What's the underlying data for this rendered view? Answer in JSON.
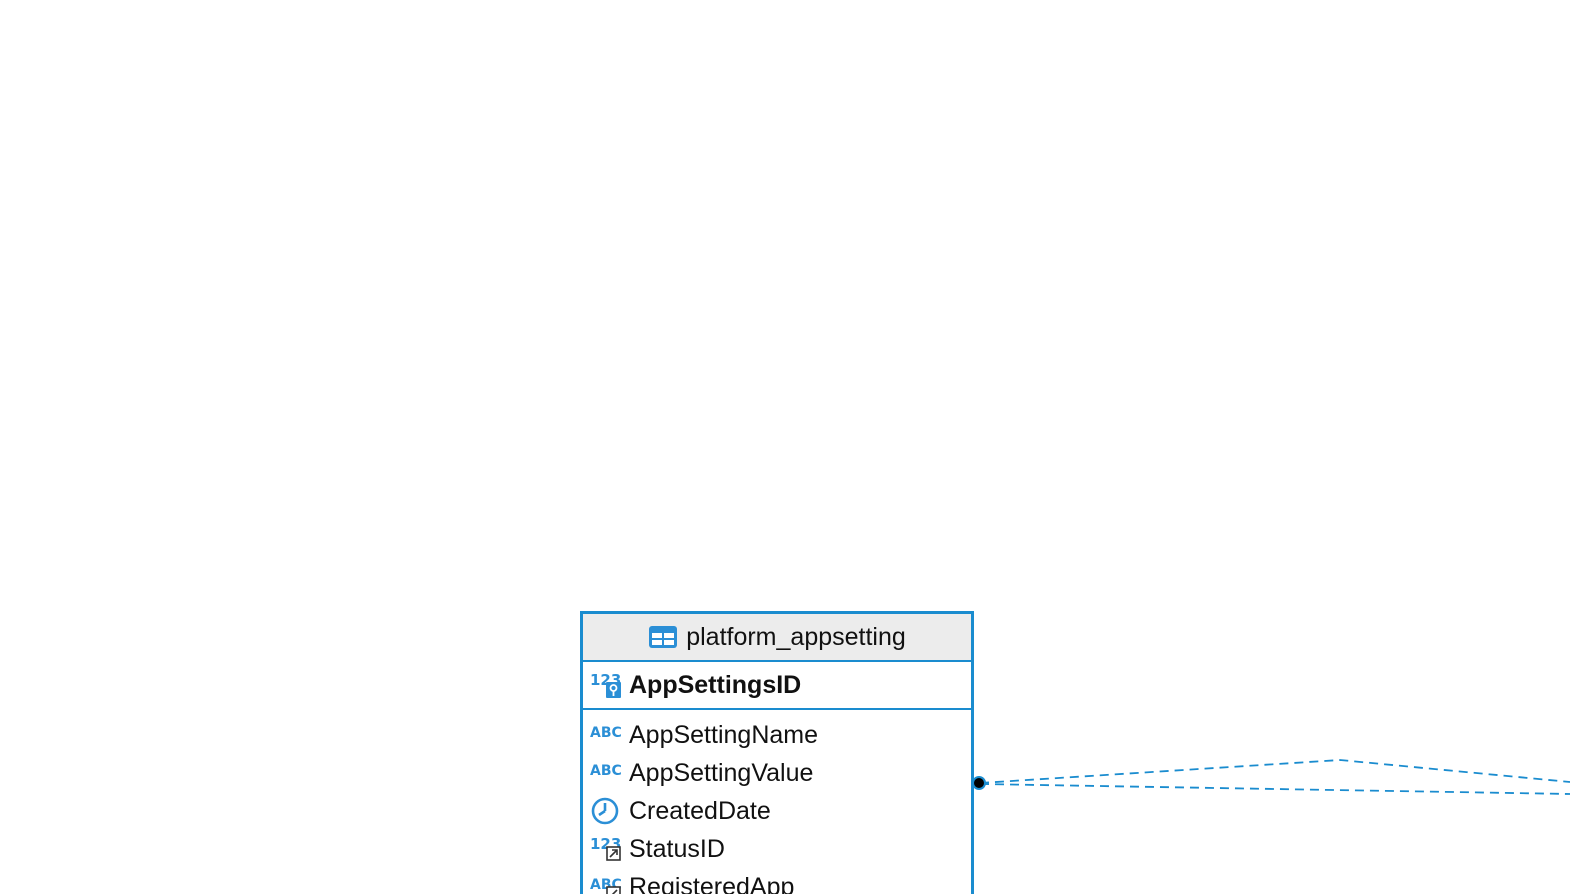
{
  "colors": {
    "accent": "#1a8ccf",
    "header_bg": "#ececec",
    "icon_blue": "#2b8fd6",
    "text": "#111111"
  },
  "table": {
    "name": "platform_appsetting",
    "icon": "table-icon",
    "primary_key": {
      "name": "AppSettingsID",
      "type_icon": "numeric-key-icon"
    },
    "columns": [
      {
        "name": "AppSettingName",
        "type_icon": "text-type-icon"
      },
      {
        "name": "AppSettingValue",
        "type_icon": "text-type-icon"
      },
      {
        "name": "CreatedDate",
        "type_icon": "datetime-type-icon"
      },
      {
        "name": "StatusID",
        "type_icon": "numeric-fk-icon"
      },
      {
        "name": "RegisteredApp",
        "type_icon": "text-fk-icon"
      }
    ]
  }
}
